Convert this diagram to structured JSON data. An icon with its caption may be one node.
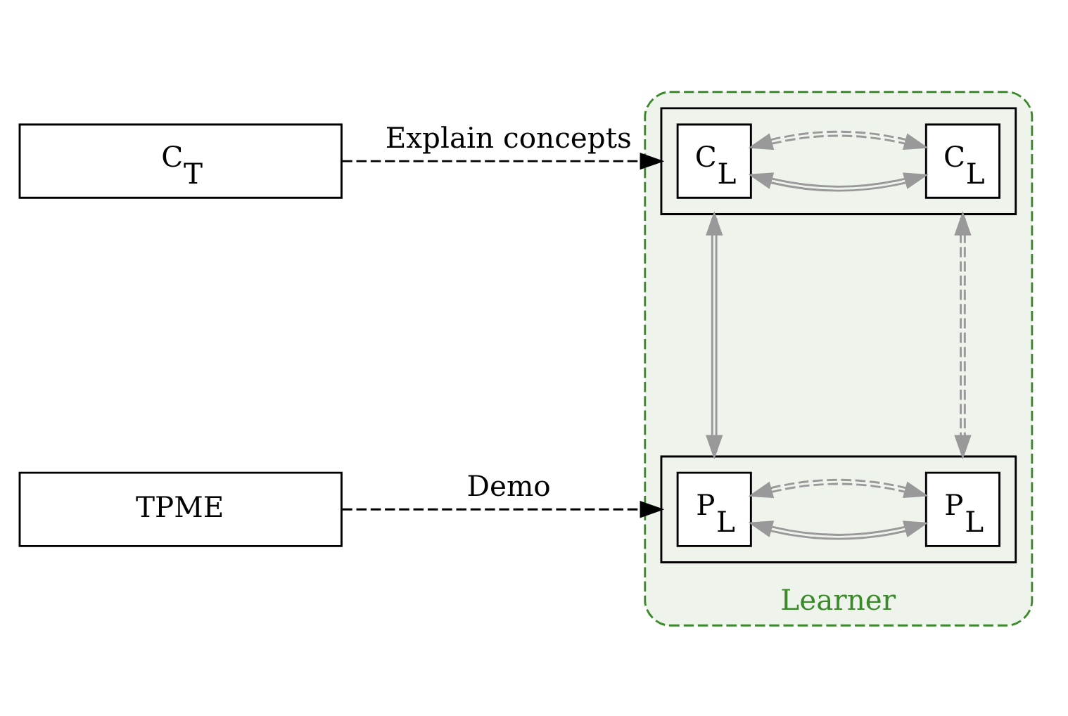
{
  "diagram": {
    "nodes": [
      {
        "text": [
          "C$_{T}$"
        ]
      },
      {
        "text": [
          "TPME"
        ]
      },
      {
        "text": [
          "Learner"
        ]
      },
      {
        "text": [],
        "shape": "box",
        "in": 2
      },
      {
        "text": [
          "C$_{L}$"
        ],
        "in": 3
      },
      {
        "text": [
          "C$_{L}$"
        ],
        "in": 3
      },
      {
        "text": [],
        "shape": "box",
        "in": 2
      },
      {
        "text": [
          "P$_{L}$"
        ],
        "in": 6
      },
      {
        "text": [
          "P$_{L}$"
        ],
        "in": 6
      }
    ],
    "edges": [
      {
        "from": 0,
        "to": 3,
        "arrow": "to",
        "label": "Explain concepts",
        "style": "dashed",
        "color": "#000000"
      },
      {
        "from": 1,
        "to": 6,
        "arrow": "to",
        "label": "Demo",
        "style": "dashed",
        "color": "#000000"
      },
      {
        "from": 4,
        "to": 5,
        "arrow": "both"
      },
      {
        "from": 4,
        "to": 5,
        "arrow": "both",
        "style": "dashed"
      },
      {
        "from": 3,
        "to": 6,
        "arrow": "both"
      },
      {
        "from": 3,
        "to": 6,
        "arrow": "both",
        "style": "dashed"
      },
      {
        "from": 7,
        "to": 8,
        "arrow": "both"
      },
      {
        "from": 7,
        "to": 8,
        "arrow": "both",
        "style": "dashed"
      }
    ]
  }
}
